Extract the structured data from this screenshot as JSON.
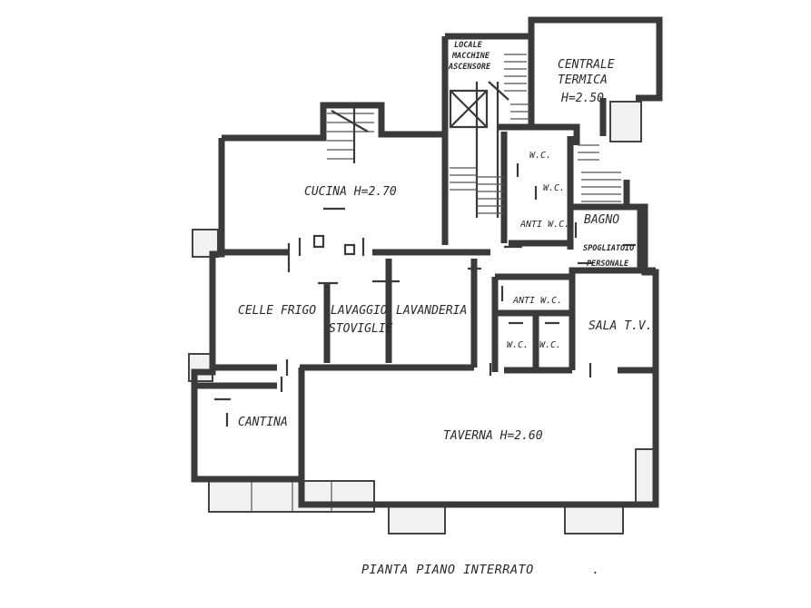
{
  "rooms": {
    "cucina": "CUCINA  H=2.70",
    "centrale_1": "CENTRALE",
    "centrale_2": "TERMICA",
    "centrale_3": "H=2.50",
    "locale_1": "LOCALE",
    "locale_2": "MACCHINE",
    "locale_3": "ASCENSORE",
    "wc_1": "W.C.",
    "wc_2": "W.C.",
    "anti_wc_top": "ANTI W.C.",
    "bagno": "BAGNO",
    "spogliatoio_1": "SPOGLIATOIO",
    "spogliatoio_2": "PERSONALE",
    "celle_frigo": "CELLE FRIGO",
    "lavaggio_1": "LAVAGGIO",
    "lavaggio_2": "STOVIGLIE",
    "lavanderia": "LAVANDERIA",
    "anti_wc_mid": "ANTI W.C.",
    "wc_3": "W.C.",
    "wc_4": "W.C.",
    "sala_tv": "SALA T.V.",
    "cantina": "CANTINA",
    "taverna": "TAVERNA  H=2.60"
  },
  "caption": "PIANTA  PIANO  INTERRATO"
}
